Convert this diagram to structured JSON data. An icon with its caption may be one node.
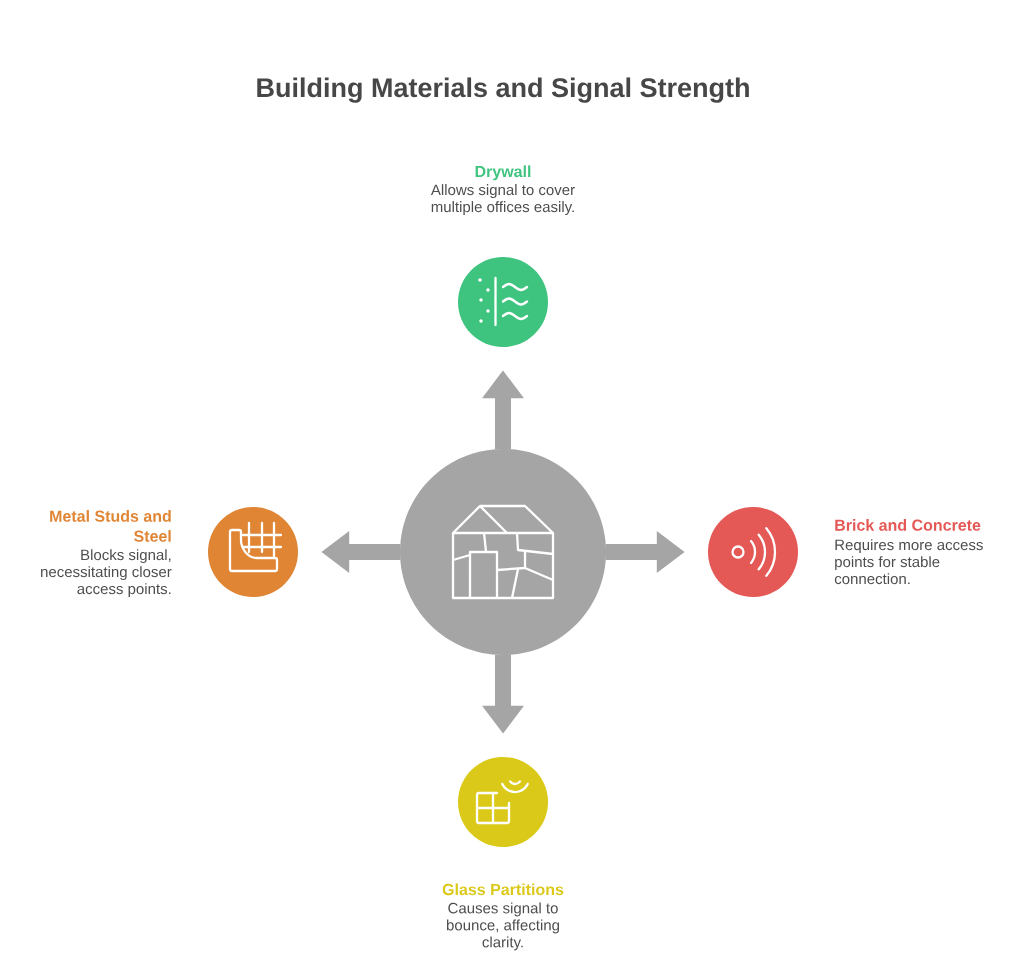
{
  "diagram": {
    "title": "Building Materials and Signal Strength",
    "nodes": [
      {
        "text": [],
        "shape": "circle"
      },
      {
        "text": [
          "Drywall",
          "Allows signal to cover multiple offices easily."
        ]
      },
      {
        "text": [
          "Metal Studs and Steel",
          "Blocks signal, necessitating closer access points."
        ]
      },
      {
        "text": [
          "Brick and Concrete",
          "Requires more access points for stable connection."
        ]
      },
      {
        "text": [
          "Glass Partitions",
          "Causes signal to bounce, affecting clarity."
        ]
      }
    ],
    "edges": [
      {
        "from": 0,
        "to": 1,
        "arrow": "to"
      },
      {
        "from": 0,
        "to": 2,
        "arrow": "to"
      },
      {
        "from": 0,
        "to": 3,
        "arrow": "to"
      },
      {
        "from": 0,
        "to": 4,
        "arrow": "to"
      }
    ]
  }
}
